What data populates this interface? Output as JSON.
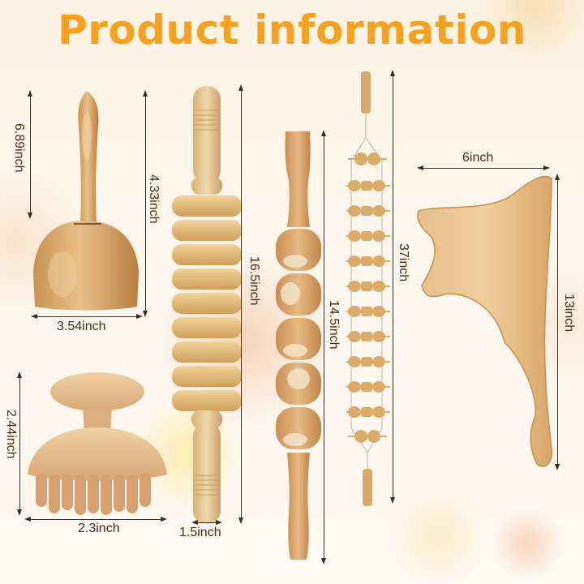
{
  "title": "Product information",
  "colors": {
    "title": "#f7a11f",
    "label_text": "#4a2a14",
    "arrow": "#3a2a20",
    "background": "#fdf6ec",
    "wood_light": "#e9c99a",
    "wood_mid": "#d9a96b",
    "wood_dark": "#b9834a"
  },
  "products": [
    {
      "name": "Wooden massage cup",
      "icon": "massage-cup-icon",
      "dimensions": {
        "height_handle": "6.89inch",
        "height_total": "4.33inch",
        "width": "3.54inch"
      }
    },
    {
      "name": "Mushroom scalp massager",
      "icon": "mushroom-massager-icon",
      "dimensions": {
        "height": "2.44inch",
        "width": "2.3inch"
      }
    },
    {
      "name": "Wooden roller stick with 9 gear wheels",
      "icon": "roller-stick-icon",
      "dimensions": {
        "length": "16.5inch",
        "width": "1.5inch"
      }
    },
    {
      "name": "Wooden stick with 5 cube balls",
      "icon": "cube-ball-stick-icon",
      "dimensions": {
        "length": "14.5inch"
      }
    },
    {
      "name": "Rope back roller with 12 bead rows",
      "icon": "rope-roller-icon",
      "dimensions": {
        "length": "37inch"
      }
    },
    {
      "name": "Gua sha scraping board",
      "icon": "gua-sha-board-icon",
      "dimensions": {
        "width": "6inch",
        "height": "13inch"
      }
    }
  ]
}
